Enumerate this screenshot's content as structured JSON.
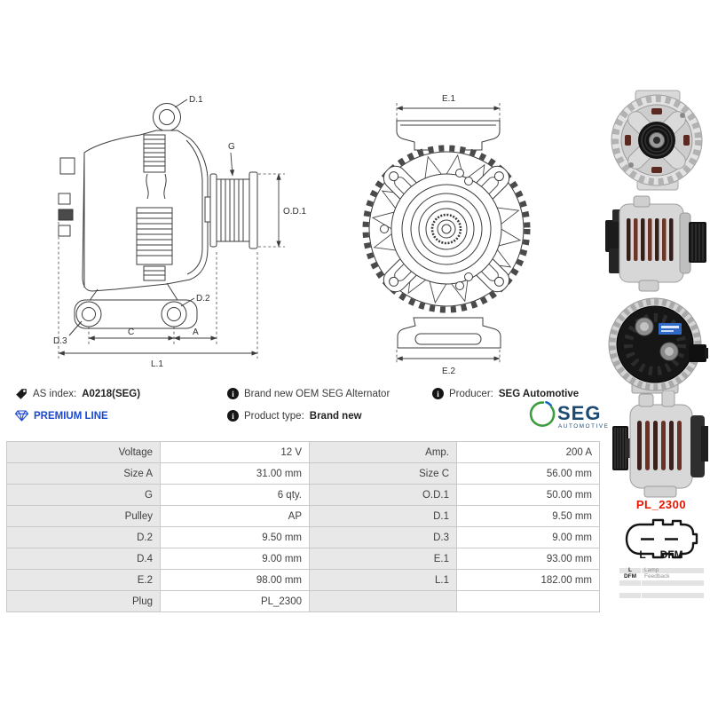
{
  "header_info": {
    "as_index_label": "AS index:",
    "as_index_value": "A0218(SEG)",
    "premium_line": "PREMIUM LINE",
    "oem_line": "Brand new OEM SEG Alternator",
    "product_type_label": "Product type:",
    "product_type_value": "Brand new",
    "producer_label": "Producer:",
    "producer_value": "SEG Automotive"
  },
  "seg_logo": {
    "text": "SEG",
    "sub": "AUTOMOTIVE"
  },
  "left_diagram": {
    "d1": "D.1",
    "g": "G",
    "od1": "O.D.1",
    "d2": "D.2",
    "d3": "D.3",
    "c": "C",
    "a": "A",
    "l1": "L.1"
  },
  "front_diagram": {
    "e1": "E.1",
    "e2": "E.2"
  },
  "spec_table": {
    "rows": [
      {
        "label1": "Voltage",
        "value1": "12 V",
        "label2": "Amp.",
        "value2": "200 A"
      },
      {
        "label1": "Size A",
        "value1": "31.00 mm",
        "label2": "Size C",
        "value2": "56.00 mm"
      },
      {
        "label1": "G",
        "value1": "6 qty.",
        "label2": "O.D.1",
        "value2": "50.00 mm"
      },
      {
        "label1": "Pulley",
        "value1": "AP",
        "label2": "D.1",
        "value2": "9.50 mm"
      },
      {
        "label1": "D.2",
        "value1": "9.50 mm",
        "label2": "D.3",
        "value2": "9.00 mm"
      },
      {
        "label1": "D.4",
        "value1": "9.00 mm",
        "label2": "E.1",
        "value2": "93.00 mm"
      },
      {
        "label1": "E.2",
        "value1": "98.00 mm",
        "label2": "L.1",
        "value2": "182.00 mm"
      },
      {
        "label1": "Plug",
        "value1": "PL_2300",
        "label2": "",
        "value2": ""
      }
    ]
  },
  "plug": {
    "code": "PL_2300",
    "pin_left": "L",
    "pin_right": "DFM",
    "legend": [
      {
        "pin": "L",
        "desc": "Lamp"
      },
      {
        "pin": "DFM",
        "desc": "Feedback"
      }
    ]
  },
  "icons": {
    "info_glyph": "i"
  },
  "colors": {
    "premium_blue": "#1b49d0",
    "plug_red": "#ea1400",
    "logo_green": "#3f9c3f",
    "logo_blue": "#1565c0",
    "logo_navy": "#1d4a73",
    "table_label_bg": "#e8e8e8",
    "table_border": "#c9c9c9"
  }
}
